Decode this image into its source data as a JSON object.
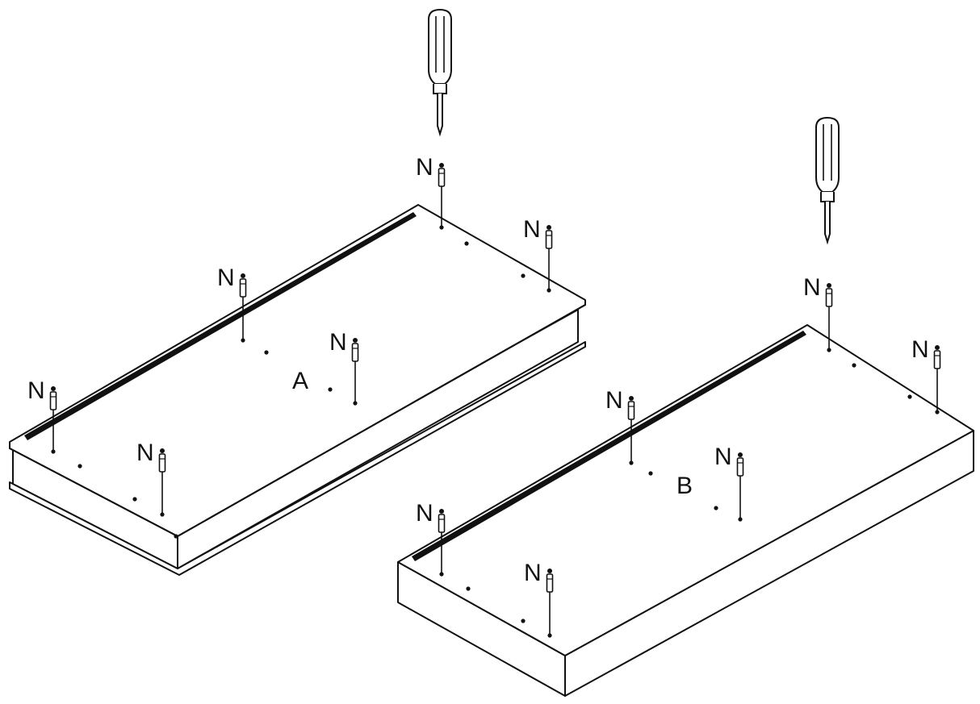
{
  "diagram": {
    "panels": [
      {
        "label": "A"
      },
      {
        "label": "B"
      }
    ],
    "screw_label": "N",
    "colors": {
      "ink": "#111111",
      "paper": "#ffffff"
    },
    "icons": [
      "screwdriver-icon",
      "screw-icon"
    ]
  }
}
